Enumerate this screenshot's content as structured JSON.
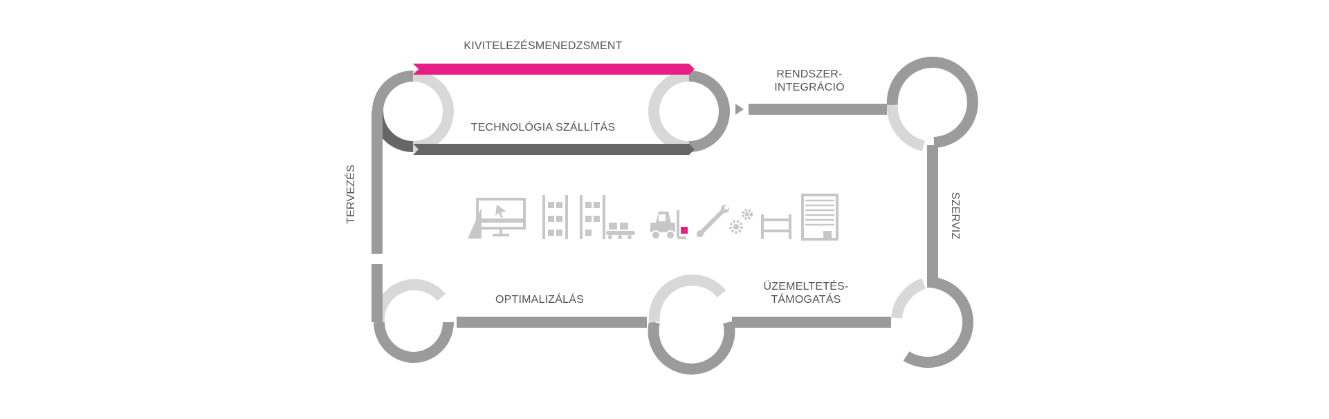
{
  "diagram": {
    "stages": {
      "top": "KIVITELEZÉSMENEDZSMENT",
      "technology": "TECHNOLÓGIA SZÁLLÍTÁS",
      "integration_line1": "RENDSZER-",
      "integration_line2": "INTEGRÁCIÓ",
      "left": "TERVEZÉS",
      "right": "SZERVIZ",
      "bottom_left": "OPTIMALIZÁLÁS",
      "operation_line1": "ÜZEMELTETÉS-",
      "operation_line2": "TÁMOGATÁS"
    },
    "icons": [
      "design-monitor-icon",
      "shelving-rack-icon",
      "rack-conveyor-icon",
      "forklift-icon",
      "wrench-gears-icon",
      "bed-frame-icon",
      "roller-door-icon"
    ],
    "colors": {
      "accent": "#e61f87",
      "track": "#9b9b9b",
      "track_dark": "#666666",
      "track_light": "#d8d8d8",
      "icon": "#c7c7c7",
      "text": "#555555"
    }
  }
}
